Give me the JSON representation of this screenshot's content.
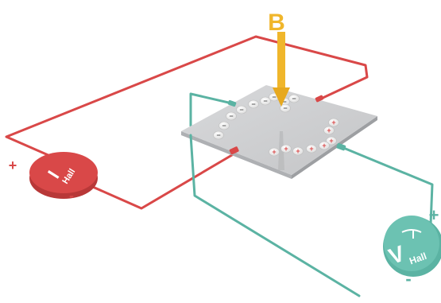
{
  "field": {
    "label": "B"
  },
  "current_source": {
    "symbol": "I",
    "subscript": "Hall",
    "plus": "+",
    "minus": "-"
  },
  "voltmeter": {
    "symbol": "V",
    "subscript": "Hall",
    "plus": "+",
    "minus": "-"
  },
  "charges": {
    "negative_count": 10,
    "positive_count": 8,
    "negative_sign": "−",
    "positive_sign": "+"
  },
  "colors": {
    "current_circuit": "#d94848",
    "voltage_circuit": "#5bb3a3",
    "plate": "#cfd0d2",
    "field_arrow": "#f0b62b"
  }
}
